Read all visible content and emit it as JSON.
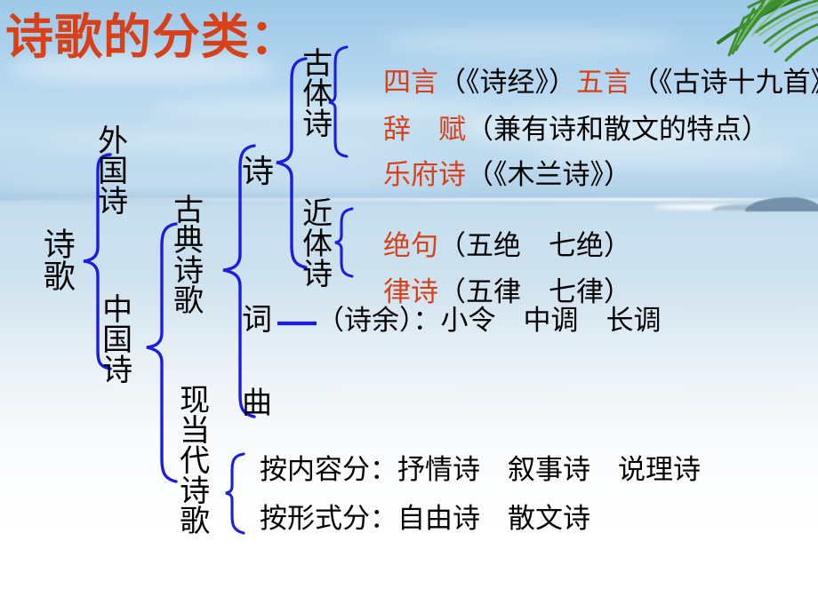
{
  "slide": {
    "title": "诗歌的分类：",
    "title_color": "#D8401A",
    "brace_color": "#1D1DDC",
    "body_color": "#000000"
  },
  "tree": {
    "root": "诗歌",
    "level1": {
      "foreign": "外国诗",
      "chinese": "中国诗"
    },
    "level2": {
      "classical": "古典诗歌",
      "modern": "现当代诗歌"
    },
    "classical_children": {
      "shi": "诗",
      "ci": "词",
      "qu": "曲"
    },
    "shi_children": {
      "guti": "古体诗",
      "jinti": "近体诗"
    }
  },
  "guti_items": [
    {
      "term": "四言",
      "note": "（《诗经》）"
    },
    {
      "term": "五言",
      "note": "（《古诗十九首》）"
    },
    {
      "term": "辞　赋",
      "note": "（兼有诗和散文的特点）"
    },
    {
      "term": "乐府诗",
      "note": "（《木兰诗》）"
    }
  ],
  "jinti_items": [
    {
      "term": "绝句",
      "note": "（五绝　七绝）"
    },
    {
      "term": "律诗",
      "note": "（五律　七律）"
    }
  ],
  "ci_line": {
    "label": "词",
    "dash": "—",
    "text": "（诗余）：小令　中调　长调"
  },
  "qu_line": {
    "label": "曲"
  },
  "modern_items": [
    "按内容分：抒情诗　叙事诗　说理诗",
    "按形式分：自由诗　散文诗"
  ],
  "decor": {
    "palm": "palm-frond",
    "island": "island",
    "clouds": "clouds"
  }
}
